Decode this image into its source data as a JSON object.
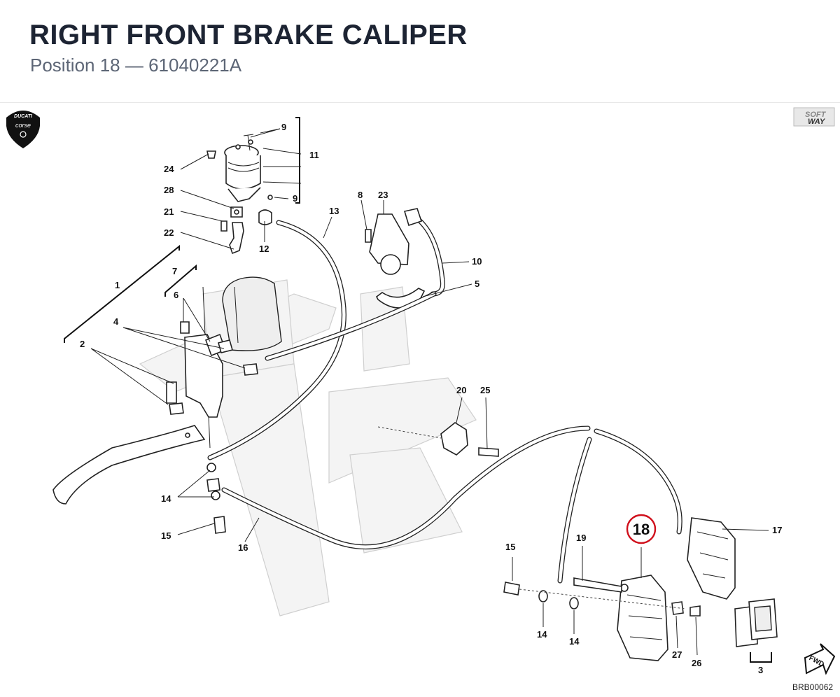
{
  "header": {
    "title": "RIGHT FRONT BRAKE CALIPER",
    "subtitle": "Position 18 — 61040221A"
  },
  "logos": {
    "ducati_top": "DUCATI",
    "ducati_bottom": "corse",
    "softway_top": "SOFT",
    "softway_bottom": "WAY"
  },
  "fwd_label": "FWD",
  "drawing_ref": "BRB00062",
  "highlight": {
    "position": "18",
    "color": "#d0101c"
  },
  "callouts": {
    "c1": "1",
    "c2": "2",
    "c3": "3",
    "c4": "4",
    "c5": "5",
    "c6": "6",
    "c7": "7",
    "c8": "8",
    "c9a": "9",
    "c9b": "9",
    "c10": "10",
    "c11": "11",
    "c12": "12",
    "c13": "13",
    "c14a": "14",
    "c14b": "14",
    "c14c": "14",
    "c15a": "15",
    "c15b": "15",
    "c16": "16",
    "c17": "17",
    "c19": "19",
    "c20": "20",
    "c21": "21",
    "c22": "22",
    "c23": "23",
    "c24": "24",
    "c25": "25",
    "c26": "26",
    "c27": "27",
    "c28": "28"
  }
}
